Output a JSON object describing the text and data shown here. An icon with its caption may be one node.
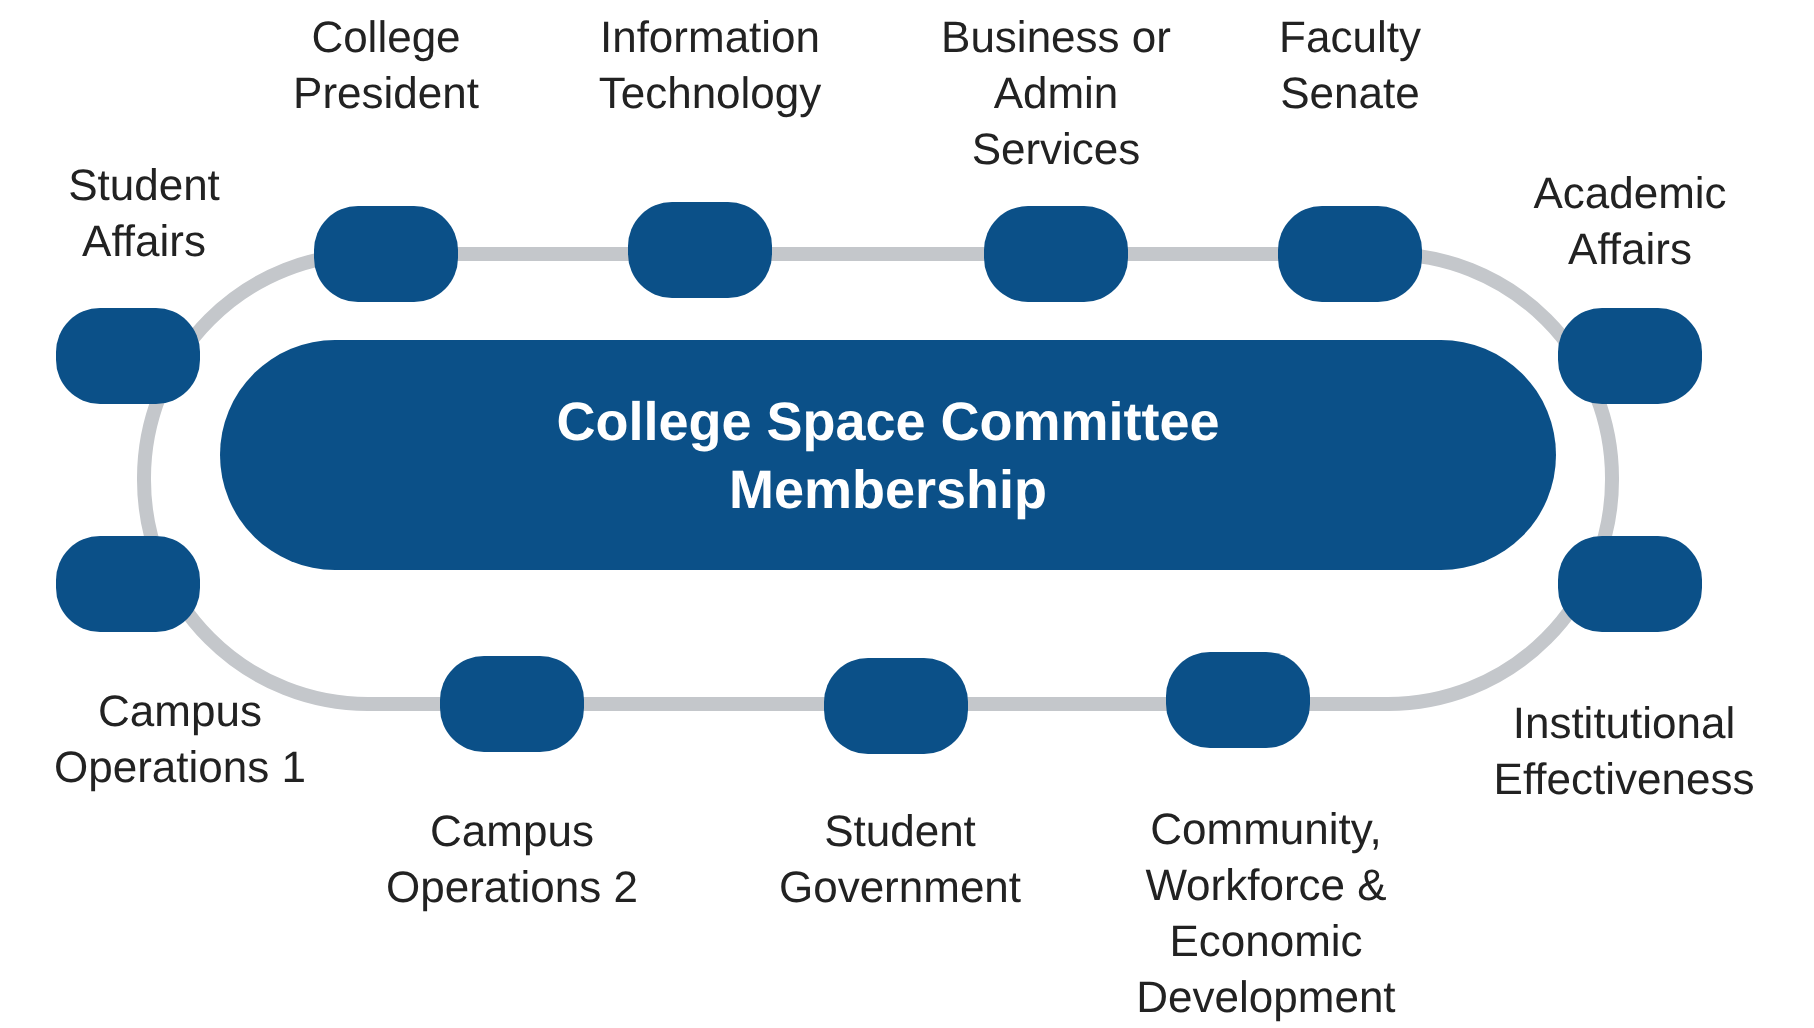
{
  "diagram": {
    "nodes": [
      {
        "text": [
          "College Space Committee Membership"
        ]
      },
      {
        "text": [],
        "shape": "box",
        "beside": [
          "College President"
        ]
      },
      {
        "text": [],
        "shape": "box",
        "beside": [
          "Information Technology"
        ]
      },
      {
        "text": [],
        "shape": "box",
        "beside": [
          "Business or Admin Services"
        ]
      },
      {
        "text": [],
        "shape": "box",
        "beside": [
          "Faculty Senate"
        ]
      },
      {
        "text": [],
        "shape": "box",
        "beside": [
          "Student Affairs"
        ]
      },
      {
        "text": [],
        "shape": "box",
        "beside": [
          "Academic Affairs"
        ]
      },
      {
        "text": [],
        "shape": "box",
        "beside": [
          "Campus Operations 1"
        ]
      },
      {
        "text": [],
        "shape": "box",
        "beside": [
          "Institutional Effectiveness"
        ]
      },
      {
        "text": [],
        "shape": "box",
        "beside": [
          "Campus Operations 2"
        ]
      },
      {
        "text": [],
        "shape": "box",
        "beside": [
          "Student Government"
        ]
      },
      {
        "text": [],
        "shape": "box",
        "beside": [
          "Community, Workforce & Economic Development"
        ]
      }
    ]
  }
}
